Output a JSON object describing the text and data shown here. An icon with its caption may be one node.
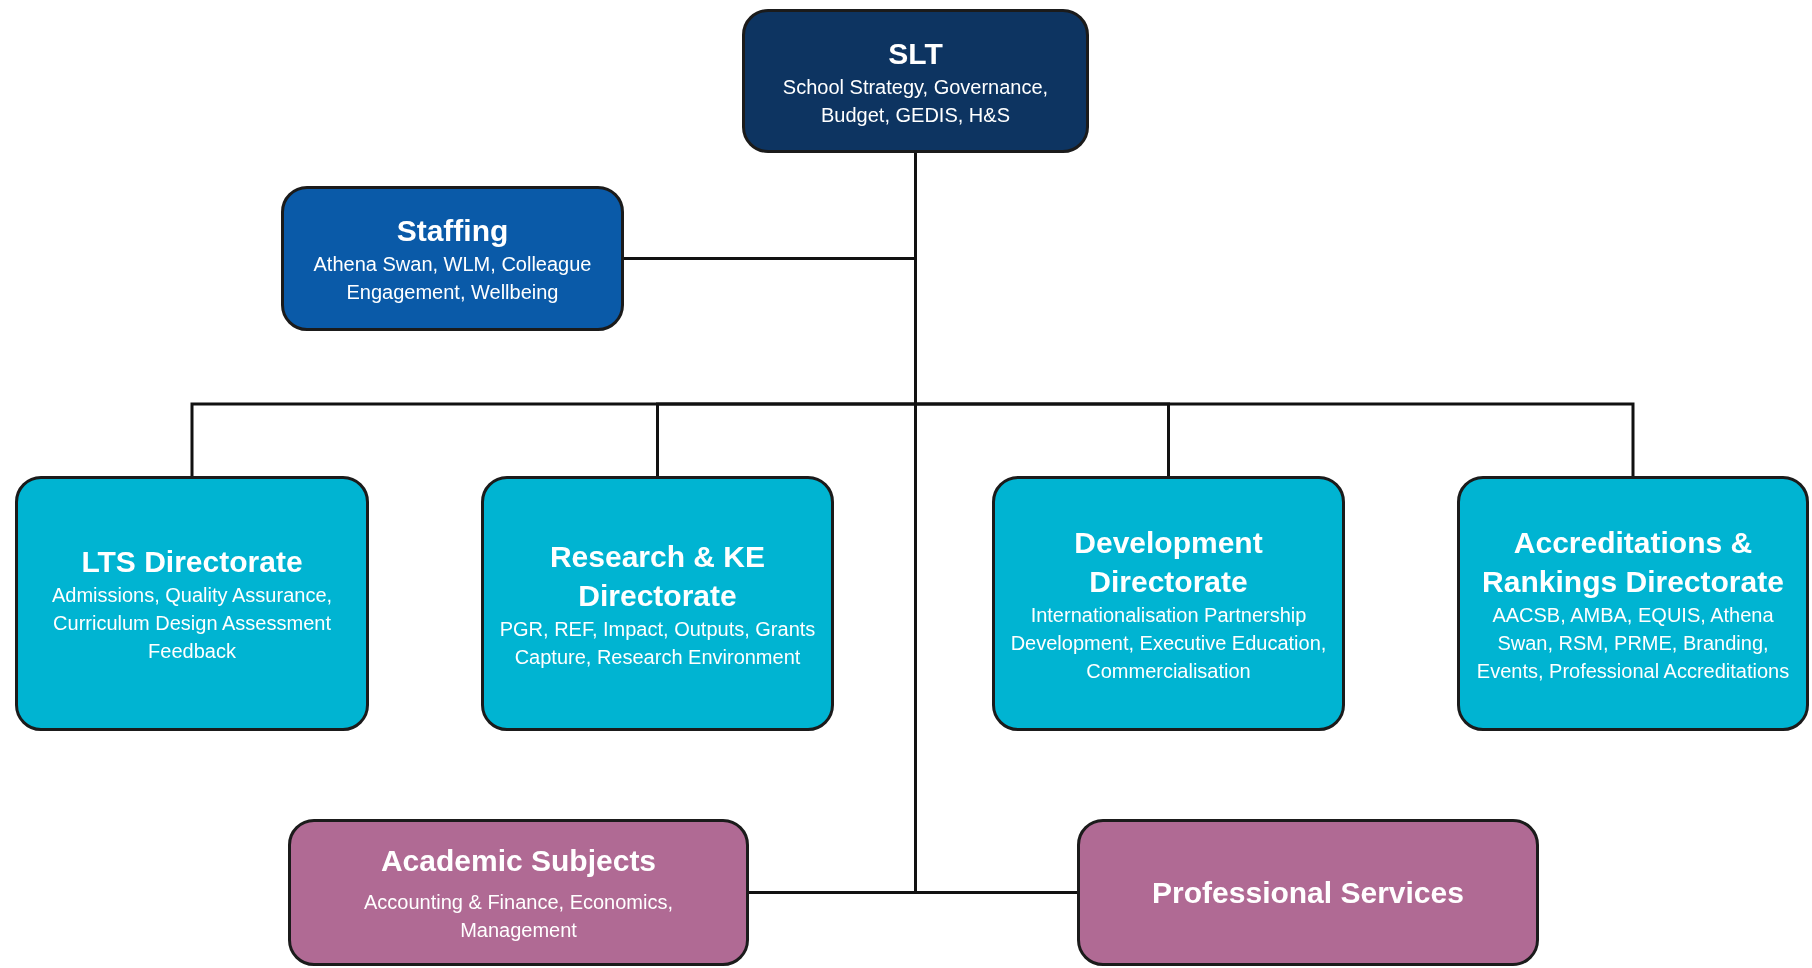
{
  "diagram": {
    "nodes": [
      {
        "text": [
          "SLT",
          "School Strategy, Governance, Budget, GEDIS, H&S"
        ]
      },
      {
        "text": [
          "Staffing",
          "Athena Swan, WLM, Colleague Engagement, Wellbeing"
        ]
      },
      {
        "text": [
          "LTS Directorate",
          "Admissions, Quality Assurance, Curriculum Design Assessment Feedback"
        ]
      },
      {
        "text": [
          "Research & KE Directorate",
          "PGR, REF, Impact, Outputs, Grants Capture, Research Environment"
        ]
      },
      {
        "text": [
          "Development Directorate",
          "Internationalisation Partnership Development, Executive Education, Commercialisation"
        ]
      },
      {
        "text": [
          "Accreditations & Rankings Directorate",
          "AACSB, AMBA, EQUIS, Athena Swan, RSM, PRME, Branding, Events, Professional Accreditations"
        ]
      },
      {
        "text": [
          "Academic Subjects",
          "Accounting & Finance, Economics, Management"
        ]
      },
      {
        "text": [
          "Professional Services"
        ]
      }
    ],
    "edges": [
      {
        "from": 0,
        "to": 1,
        "arrow": "none"
      },
      {
        "from": 0,
        "to": 2,
        "arrow": "none"
      },
      {
        "from": 0,
        "to": 3,
        "arrow": "none"
      },
      {
        "from": 0,
        "to": 4,
        "arrow": "none"
      },
      {
        "from": 0,
        "to": 5,
        "arrow": "none"
      },
      {
        "from": 0,
        "to": 6,
        "arrow": "none"
      },
      {
        "from": 0,
        "to": 7,
        "arrow": "none"
      }
    ]
  }
}
